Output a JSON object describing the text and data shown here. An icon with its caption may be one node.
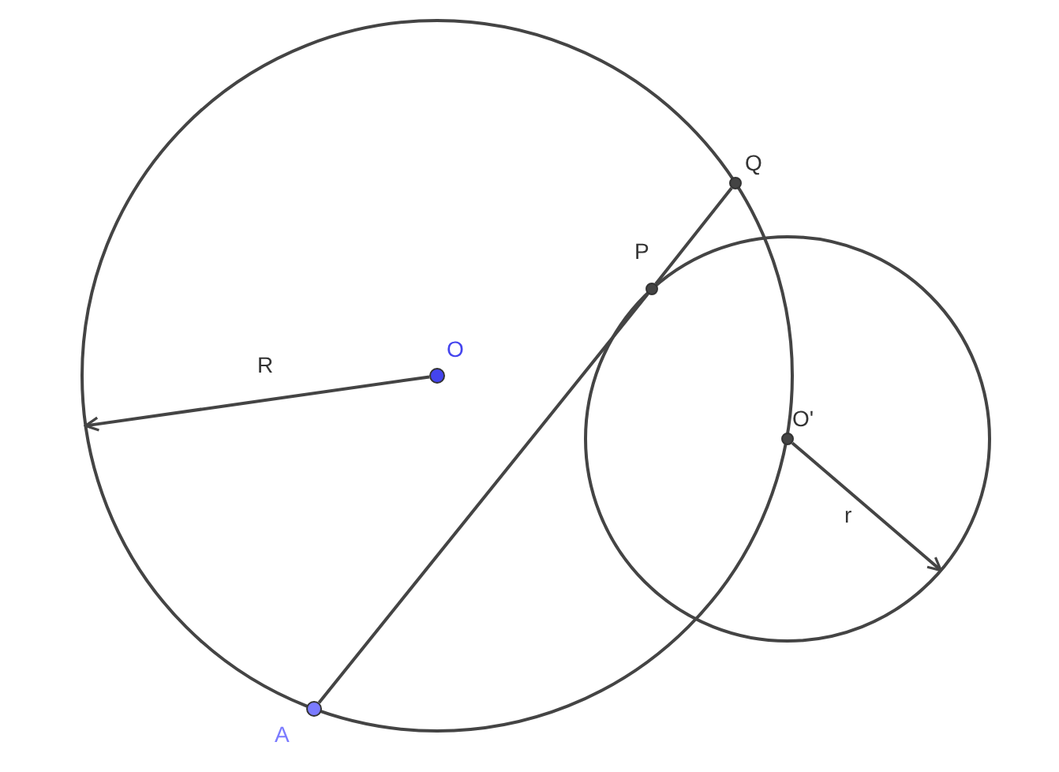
{
  "diagram": {
    "nodes": [
      {
        "text": [],
        "shape": "circle"
      },
      {
        "text": [],
        "shape": "circle"
      },
      {
        "text": [],
        "shape": "circle"
      },
      {
        "text": [],
        "shape": "circle"
      },
      {
        "text": [],
        "shape": "circle"
      }
    ],
    "edges": [
      {
        "from": 1,
        "to": null,
        "arrow": "to",
        "label": "R"
      },
      {
        "from": 4,
        "to": null,
        "arrow": "to",
        "label": "r"
      },
      {
        "from": 0,
        "to": 2,
        "arrow": "none"
      },
      {
        "from": 2,
        "to": 3,
        "arrow": "none"
      }
    ],
    "labels": [
      "Q",
      "P",
      "O",
      "O'",
      "A"
    ]
  }
}
